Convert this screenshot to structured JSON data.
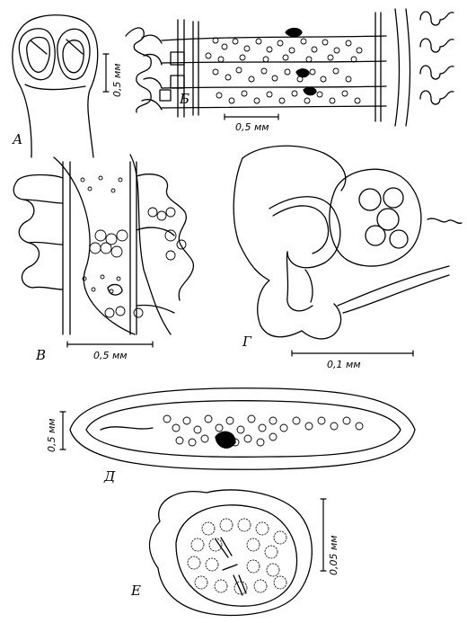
{
  "figure": {
    "panels": [
      {
        "letter": "А",
        "scale": "0,5 мм"
      },
      {
        "letter": "Б",
        "scale": "0,5 мм"
      },
      {
        "letter": "В",
        "scale": "0,5 мм"
      },
      {
        "letter": "Г",
        "scale": "0,1 мм"
      },
      {
        "letter": "Д",
        "scale": "0,5 мм"
      },
      {
        "letter": "Е",
        "scale": "0,05 мм"
      }
    ],
    "colors": {
      "ink": "#000000",
      "paper": "#ffffff"
    }
  }
}
